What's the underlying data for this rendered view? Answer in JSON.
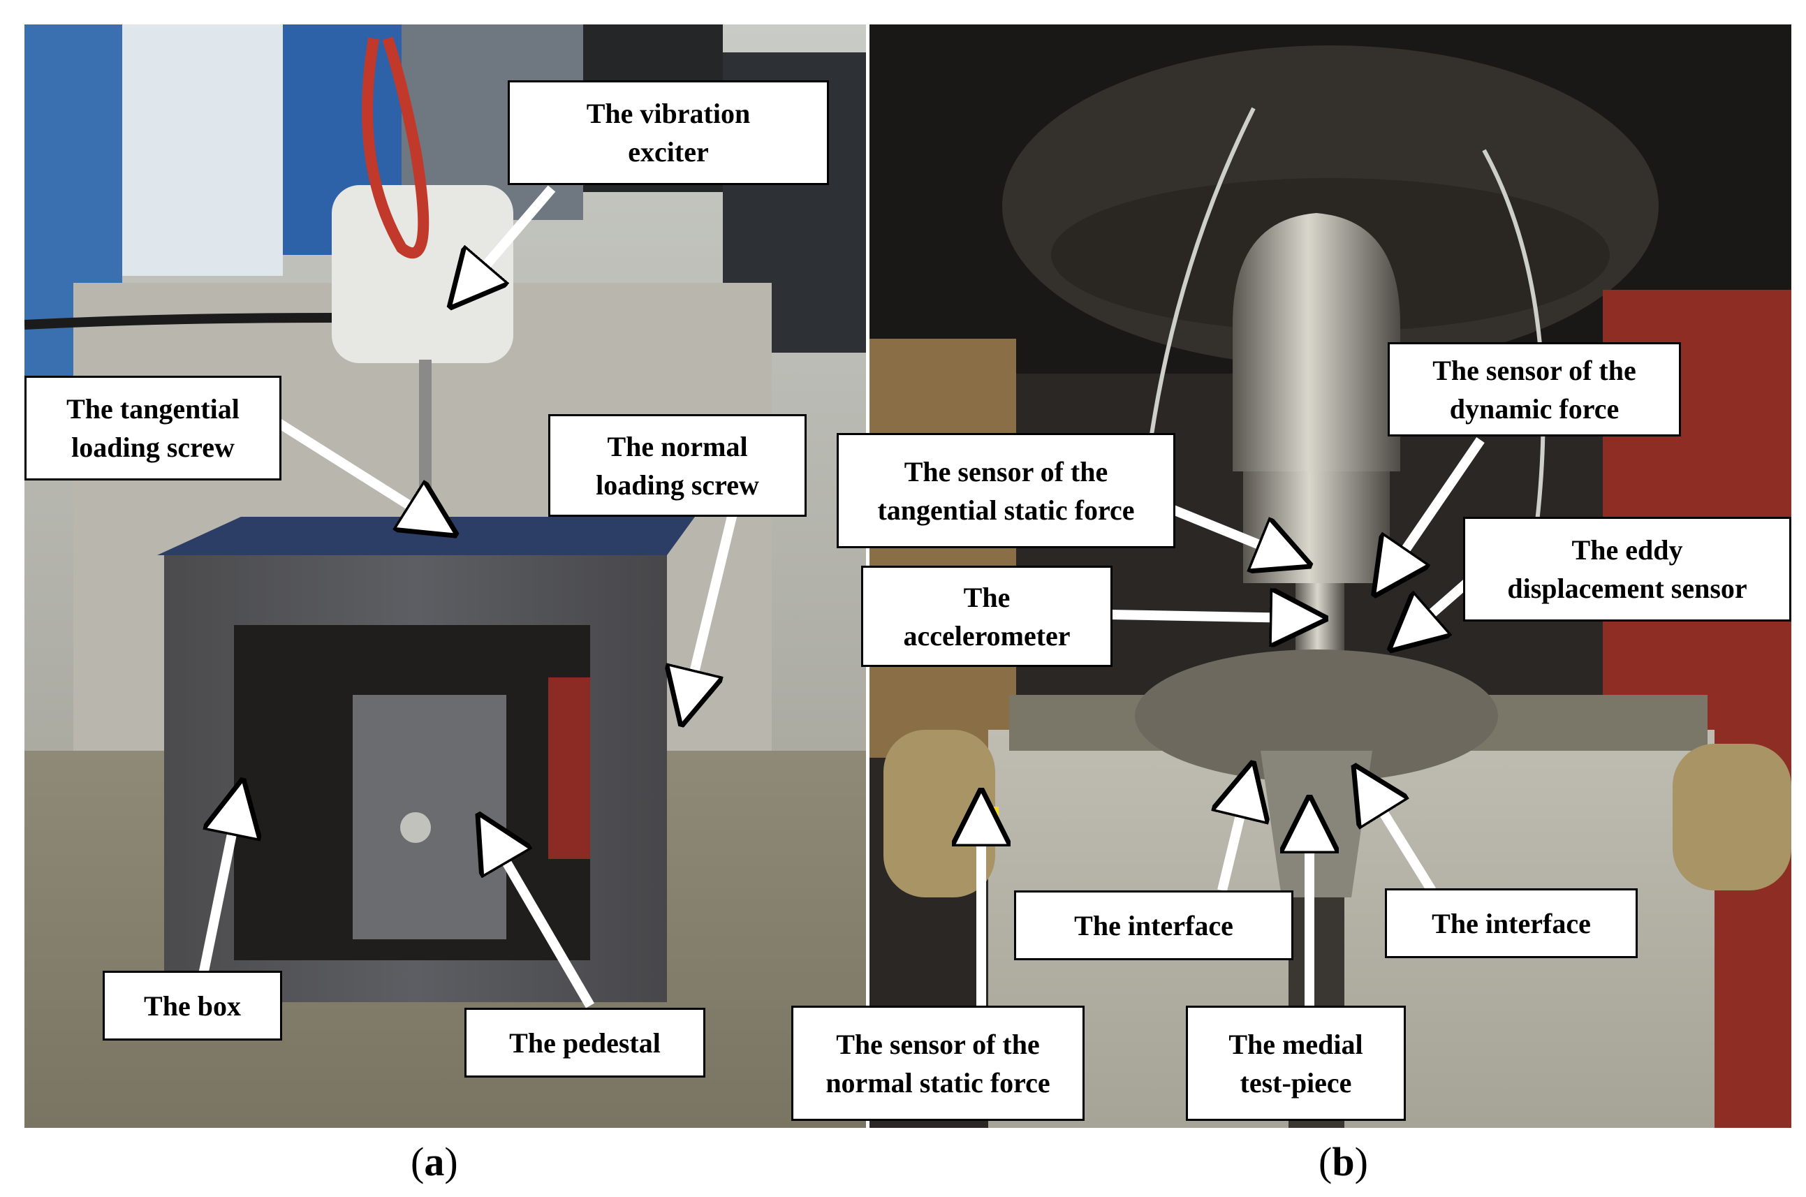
{
  "captions": {
    "a_open": "(",
    "a_letter": "a",
    "a_close": ")",
    "b_open": "(",
    "b_letter": "b",
    "b_close": ")"
  },
  "panel_a": {
    "labels": {
      "vibration_exciter": "The vibration\nexciter",
      "tangential_loading_screw": "The tangential\nloading screw",
      "normal_loading_screw": "The normal\nloading screw",
      "box": "The box",
      "pedestal": "The pedestal"
    }
  },
  "panel_b": {
    "labels": {
      "sensor_dynamic_force": "The sensor of the\ndynamic force",
      "sensor_tangential_static_force": "The sensor of the\ntangential static force",
      "eddy_displacement_sensor": "The eddy\ndisplacement sensor",
      "accelerometer": "The\naccelerometer",
      "interface_left": "The interface",
      "interface_right": "The interface",
      "sensor_normal_static_force": "The sensor of the\nnormal static force",
      "medial_test_piece": "The medial\ntest-piece"
    }
  },
  "colors": {
    "label_bg": "#ffffff",
    "label_border": "#000000",
    "arrow": "#ffffff",
    "exciter_cable": "#c0392b",
    "pedestal_blue": "#2c3e66"
  }
}
